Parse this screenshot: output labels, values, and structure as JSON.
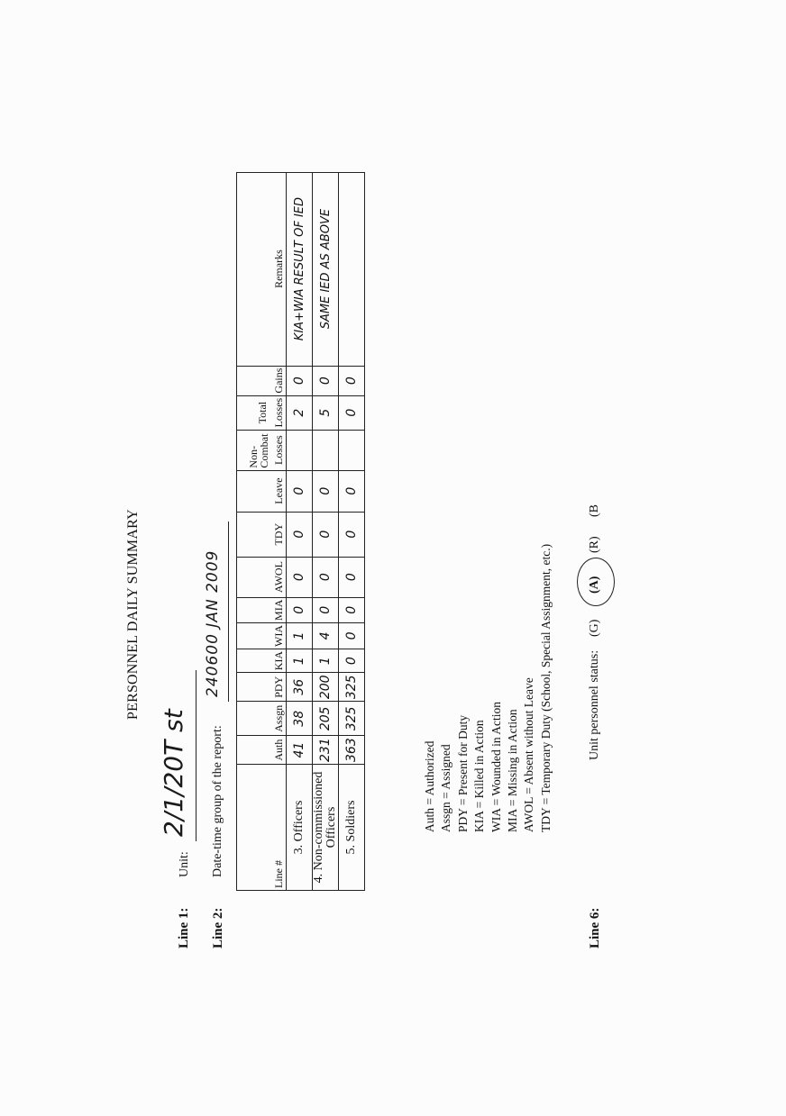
{
  "title": "PERSONNEL DAILY SUMMARY",
  "line1": {
    "label": "Line 1:",
    "field": "Unit:",
    "value": "2/1/20T st"
  },
  "line2": {
    "label": "Line 2:",
    "field": "Date-time group of the report:",
    "value": "240600 JAN 2009"
  },
  "table": {
    "header_top": {
      "noncombat": "Non-Combat",
      "total": "Total"
    },
    "headers": [
      "Line #",
      "Auth",
      "Assgn",
      "PDY",
      "KIA",
      "WIA",
      "MIA",
      "AWOL",
      "TDY",
      "Leave",
      "Losses",
      "Losses",
      "Gains",
      "Remarks"
    ],
    "rows": [
      {
        "label": "3. Officers",
        "auth": "41",
        "assgn": "38",
        "pdy": "36",
        "kia": "1",
        "wia": "1",
        "mia": "0",
        "awol": "0",
        "tdy": "0",
        "leave": "0",
        "noncombat": "",
        "total": "2",
        "gains": "0",
        "remarks": "KIA+WIA RESULT OF IED"
      },
      {
        "label": "4. Non-commissioned Officers",
        "auth": "231",
        "assgn": "205",
        "pdy": "200",
        "kia": "1",
        "wia": "4",
        "mia": "0",
        "awol": "0",
        "tdy": "0",
        "leave": "0",
        "noncombat": "",
        "total": "5",
        "gains": "0",
        "remarks": "SAME IED AS ABOVE"
      },
      {
        "label": "5. Soldiers",
        "auth": "363",
        "assgn": "325",
        "pdy": "325",
        "kia": "0",
        "wia": "0",
        "mia": "0",
        "awol": "0",
        "tdy": "0",
        "leave": "0",
        "noncombat": "",
        "total": "0",
        "gains": "0",
        "remarks": ""
      }
    ]
  },
  "legend": [
    "Auth = Authorized",
    "Assgn = Assigned",
    "PDY = Present for Duty",
    "KIA = Killed in Action",
    "WIA = Wounded in Action",
    "MIA = Missing in Action",
    "AWOL = Absent without Leave",
    "TDY = Temporary Duty (School, Special Assignment, etc.)"
  ],
  "line6": {
    "label": "Line 6:",
    "field": "Unit personnel status:",
    "options": [
      "(G)",
      "(A)",
      "(R)",
      "(B"
    ],
    "selected": "(A)"
  }
}
